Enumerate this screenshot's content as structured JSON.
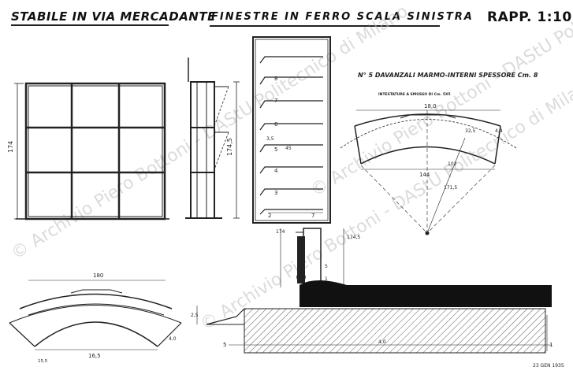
{
  "title": {
    "building": "STABILE IN VIA MERCADANTE",
    "subject": "FINESTRE IN FERRO SCALA SINISTRA",
    "scale": "RAPP. 1:10"
  },
  "notes": {
    "sill_note": "N° 5 DAVANZALI MARMO-INTERNI SPESSORE Cm. 8",
    "sill_subnote": "INTESTATURE A SMUSSO DI Cm. 5X5",
    "date_stamp": "23 GEN 1935"
  },
  "watermark": "© Archivio Piero Bottoni - DAStU Politecnico di Milano",
  "dimensions": {
    "window_height": "174",
    "section_height": "174,5",
    "detail_height_a": "174",
    "detail_height_b": "174,5",
    "plan_width_top": "18,0",
    "plan_inner": "144",
    "plan_radius": "102",
    "plan_radius_b": "171,5",
    "plan_side": "32,5",
    "plan_side_b": "4,4",
    "sill_width_top": "180",
    "sill_width_bottom": "16,5",
    "sill_side": "4,0",
    "sill_small": "2,5",
    "sill_small_b": "15,5",
    "profile_width": "5",
    "profile_length": "4,0",
    "profile_end": "1",
    "detail_5": "5",
    "detail_1": "1",
    "step_labels": [
      "8",
      "7",
      "6",
      "3,5",
      "5",
      "4",
      "3",
      "2"
    ],
    "step_base": "7",
    "step_45": "45"
  }
}
